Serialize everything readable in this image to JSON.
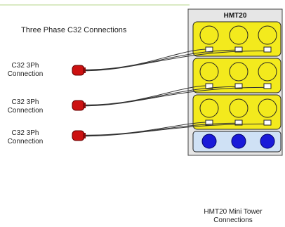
{
  "diagram": {
    "title": "Three Phase C32 Connections",
    "tower": {
      "name": "HMT20",
      "caption_line1": "HMT20 Mini Tower",
      "caption_line2": "Connections",
      "socket_rows": 3,
      "sockets_per_row": 3,
      "breaker_count": 3
    },
    "connections": [
      {
        "label_line1": "C32 3Ph",
        "label_line2": "Connection"
      },
      {
        "label_line1": "C32 3Ph",
        "label_line2": "Connection"
      },
      {
        "label_line1": "C32 3Ph",
        "label_line2": "Connection"
      }
    ],
    "colors": {
      "tower_fill": "#e6e6e6",
      "tower_border": "#444444",
      "module_fill": "#f3ea1d",
      "module_border": "#222222",
      "breaker_panel": "#cfe1f5",
      "breaker_fill": "#1a1ad8",
      "plug_fill": "#cc1111",
      "cable": "#333333",
      "top_rule": "#b6d58a"
    }
  }
}
